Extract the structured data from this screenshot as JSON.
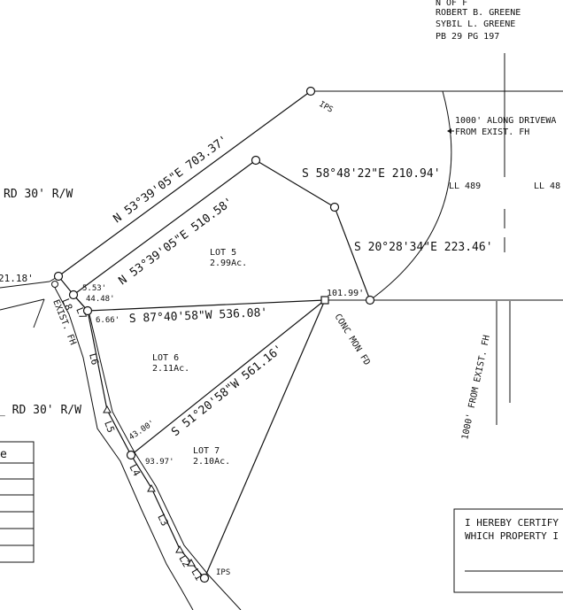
{
  "owner_block": {
    "line0": "N  OF  F",
    "line1": "ROBERT B. GREENE",
    "line2": "SYBIL L. GREENE",
    "line3": "PB 29 PG 197"
  },
  "road_labels": {
    "upper": "RD 30' R/W",
    "lower": "_ RD 30' R/W"
  },
  "bearings": {
    "north_outer": "N 53°39'05\"E 703.37'",
    "north_inner": "N 53°39'05\"E 510.58'",
    "se_upper": "S 58°48'22\"E 210.94'",
    "se_lower": "S 20°28'34\"E 223.46'",
    "lot_divider": "S 87°40'58\"W 536.08'",
    "sw_long": "S 51°20'58\"W 561.16'"
  },
  "distances": {
    "d_21_18": "21.18'",
    "d_5_53": "5.53'",
    "d_44_48": "44.48'",
    "d_6_66": "6.66'",
    "d_101_99": "101.99'",
    "d_43_00": "43.00'",
    "d_93_97": "93.97'"
  },
  "monument_labels": {
    "ips_top": "IPS",
    "ips_bottom": "IPS",
    "conc_mon": "CONC MON FD",
    "exist_fh": "EXIST. FH"
  },
  "lots": [
    {
      "name": "LOT 5",
      "area": "2.99Ac."
    },
    {
      "name": "LOT 6",
      "area": "2.11Ac."
    },
    {
      "name": "LOT 7",
      "area": "2.10Ac."
    }
  ],
  "curve_labels": [
    "L8",
    "L7",
    "L6",
    "L5",
    "L4",
    "L3",
    "L2",
    "L1"
  ],
  "driveway": {
    "line1": "1000' ALONG DRIVEWA",
    "line2": "FROM EXIST. FH",
    "lower": "1000' FROM EXIST. FH"
  },
  "ll_labels": {
    "ll_489": "LL 489",
    "ll_48": "LL 48"
  },
  "legend_table": {
    "header": "e"
  },
  "certification": {
    "line1": "I HEREBY CERTIFY",
    "line2": "WHICH PROPERTY I"
  }
}
